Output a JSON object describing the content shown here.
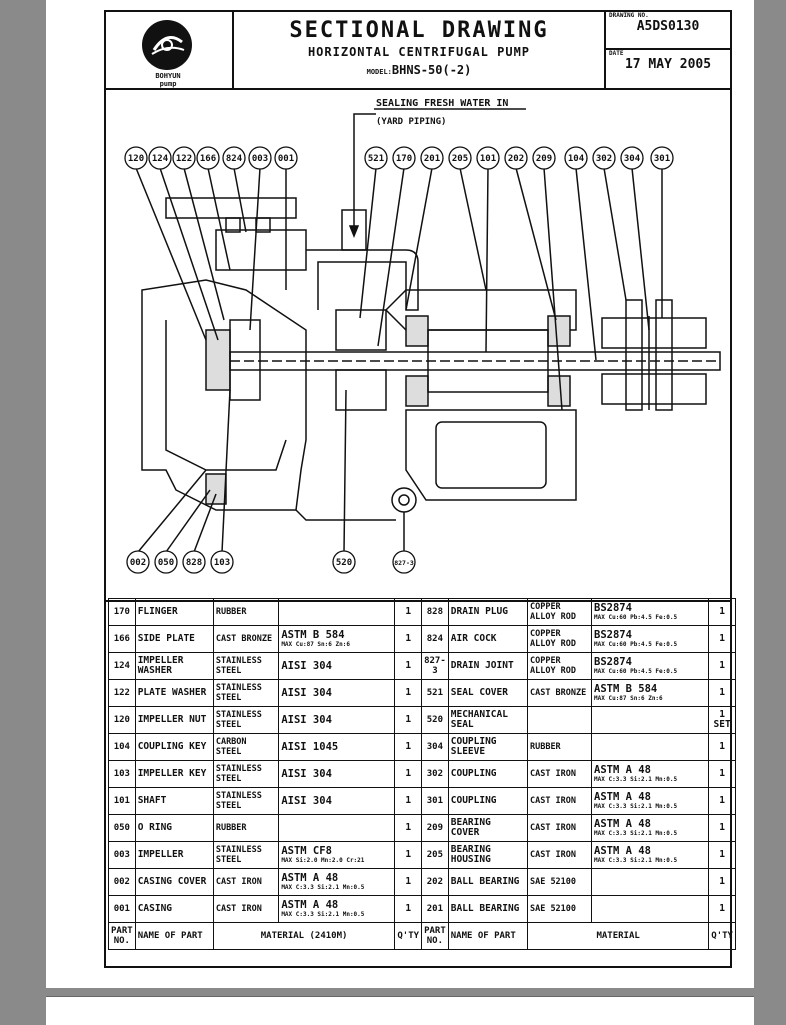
{
  "header": {
    "title": "SECTIONAL DRAWING",
    "subtitle": "HORIZONTAL CENTRIFUGAL PUMP",
    "model_label": "MODEL:",
    "model_value": "BHNS-50(-2)",
    "drawing_no_label": "DRAWING NO.",
    "drawing_no": "A5DS0130",
    "date_label": "DATE",
    "date": "17 MAY 2005",
    "logo_text_1": "BOHYUN",
    "logo_text_2": "pump"
  },
  "drawing": {
    "annotation_line1": "SEALING FRESH WATER IN",
    "annotation_line2": "(YARD PIPING)",
    "callouts_top": [
      "120",
      "124",
      "122",
      "166",
      "824",
      "003",
      "001",
      "521",
      "170",
      "201",
      "205",
      "101",
      "202",
      "209",
      "104",
      "302",
      "304",
      "301"
    ],
    "callouts_bottom": [
      "002",
      "050",
      "828",
      "103",
      "520",
      "827-3"
    ]
  },
  "parts_left": [
    {
      "no": "170",
      "name": "FLINGER",
      "material": "RUBBER",
      "spec": "",
      "spec_small": "",
      "qty": "1"
    },
    {
      "no": "166",
      "name": "SIDE PLATE",
      "material": "CAST BRONZE",
      "spec": "ASTM B 584",
      "spec_small": "MAX Cu:87 Sn:6 Zn:6",
      "qty": "1"
    },
    {
      "no": "124",
      "name": "IMPELLER WASHER",
      "material": "STAINLESS STEEL",
      "spec": "AISI 304",
      "spec_small": "",
      "qty": "1"
    },
    {
      "no": "122",
      "name": "PLATE WASHER",
      "material": "STAINLESS STEEL",
      "spec": "AISI 304",
      "spec_small": "",
      "qty": "1"
    },
    {
      "no": "120",
      "name": "IMPELLER NUT",
      "material": "STAINLESS STEEL",
      "spec": "AISI 304",
      "spec_small": "",
      "qty": "1"
    },
    {
      "no": "104",
      "name": "COUPLING KEY",
      "material": "CARBON STEEL",
      "spec": "AISI 1045",
      "spec_small": "",
      "qty": "1"
    },
    {
      "no": "103",
      "name": "IMPELLER KEY",
      "material": "STAINLESS STEEL",
      "spec": "AISI 304",
      "spec_small": "",
      "qty": "1"
    },
    {
      "no": "101",
      "name": "SHAFT",
      "material": "STAINLESS STEEL",
      "spec": "AISI 304",
      "spec_small": "",
      "qty": "1"
    },
    {
      "no": "050",
      "name": "O RING",
      "material": "RUBBER",
      "spec": "",
      "spec_small": "",
      "qty": "1"
    },
    {
      "no": "003",
      "name": "IMPELLER",
      "material": "STAINLESS STEEL",
      "spec": "ASTM CF8",
      "spec_small": "MAX Si:2.0 Mn:2.0 Cr:21",
      "qty": "1"
    },
    {
      "no": "002",
      "name": "CASING COVER",
      "material": "CAST IRON",
      "spec": "ASTM A 48",
      "spec_small": "MAX C:3.3 Si:2.1 Mn:0.5",
      "qty": "1"
    },
    {
      "no": "001",
      "name": "CASING",
      "material": "CAST IRON",
      "spec": "ASTM A 48",
      "spec_small": "MAX C:3.3 Si:2.1 Mn:0.5",
      "qty": "1"
    }
  ],
  "parts_right": [
    {
      "no": "828",
      "name": "DRAIN PLUG",
      "material": "COPPER ALLOY ROD",
      "spec": "BS2874",
      "spec_small": "MAX Cu:60 Pb:4.5 Fe:0.5",
      "qty": "1"
    },
    {
      "no": "824",
      "name": "AIR COCK",
      "material": "COPPER ALLOY ROD",
      "spec": "BS2874",
      "spec_small": "MAX Cu:60 Pb:4.5 Fe:0.5",
      "qty": "1"
    },
    {
      "no": "827-3",
      "name": "DRAIN JOINT",
      "material": "COPPER ALLOY ROD",
      "spec": "BS2874",
      "spec_small": "MAX Cu:60 Pb:4.5 Fe:0.5",
      "qty": "1"
    },
    {
      "no": "521",
      "name": "SEAL COVER",
      "material": "CAST BRONZE",
      "spec": "ASTM B 584",
      "spec_small": "MAX Cu:87 Sn:6 Zn:6",
      "qty": "1"
    },
    {
      "no": "520",
      "name": "MECHANICAL SEAL",
      "material": "",
      "spec": "",
      "spec_small": "",
      "qty": "1 SET"
    },
    {
      "no": "304",
      "name": "COUPLING SLEEVE",
      "material": "RUBBER",
      "spec": "",
      "spec_small": "",
      "qty": "1"
    },
    {
      "no": "302",
      "name": "COUPLING",
      "material": "CAST IRON",
      "spec": "ASTM A 48",
      "spec_small": "MAX C:3.3 Si:2.1 Mn:0.5",
      "qty": "1"
    },
    {
      "no": "301",
      "name": "COUPLING",
      "material": "CAST IRON",
      "spec": "ASTM A 48",
      "spec_small": "MAX C:3.3 Si:2.1 Mn:0.5",
      "qty": "1"
    },
    {
      "no": "209",
      "name": "BEARING COVER",
      "material": "CAST IRON",
      "spec": "ASTM A 48",
      "spec_small": "MAX C:3.3 Si:2.1 Mn:0.5",
      "qty": "1"
    },
    {
      "no": "205",
      "name": "BEARING HOUSING",
      "material": "CAST IRON",
      "spec": "ASTM A 48",
      "spec_small": "MAX C:3.3 Si:2.1 Mn:0.5",
      "qty": "1"
    },
    {
      "no": "202",
      "name": "BALL BEARING",
      "material": "SAE 52100",
      "spec": "",
      "spec_small": "",
      "qty": "1"
    },
    {
      "no": "201",
      "name": "BALL BEARING",
      "material": "SAE 52100",
      "spec": "",
      "spec_small": "",
      "qty": "1"
    }
  ],
  "table_footer": {
    "part_no": "PART NO.",
    "name_of_part": "NAME OF PART",
    "material_left": "MATERIAL",
    "material_note": "(2410M)",
    "qty": "Q'TY",
    "material_right": "MATERIAL"
  }
}
